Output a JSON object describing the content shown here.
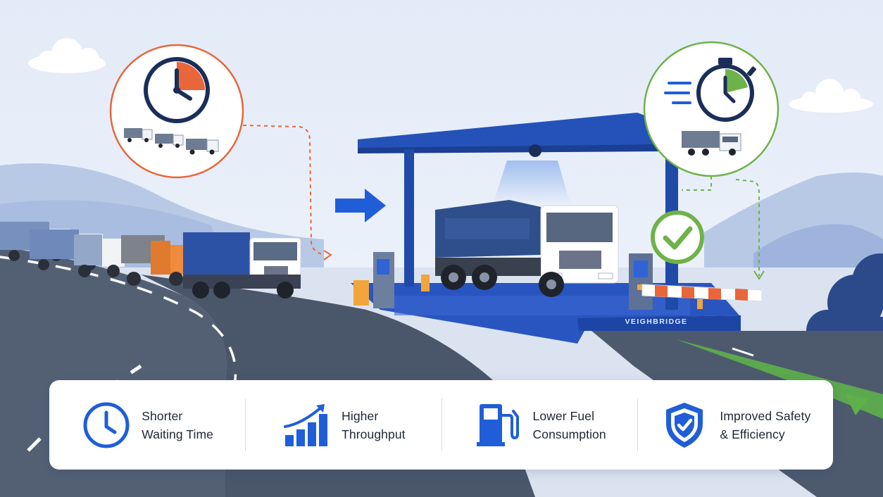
{
  "weighbridge": {
    "plate_text": "VEIGHBRIDGE"
  },
  "benefits": [
    {
      "icon": "clock-icon",
      "line1": "Shorter",
      "line2": "Waiting Time"
    },
    {
      "icon": "bar-chart-trend-icon",
      "line1": "Higher",
      "line2": "Throughput"
    },
    {
      "icon": "fuel-pump-icon",
      "line1": "Lower Fuel",
      "line2": "Consumption"
    },
    {
      "icon": "shield-check-icon",
      "line1": "Improved Safety",
      "line2": "& Efficiency"
    }
  ],
  "colors": {
    "brand_blue": "#1f5ed8",
    "station_blue": "#2452b8",
    "warning_orange": "#e8663a",
    "success_green": "#6fb24a",
    "road": "#4f5c70",
    "sky": "#e6edf8"
  }
}
